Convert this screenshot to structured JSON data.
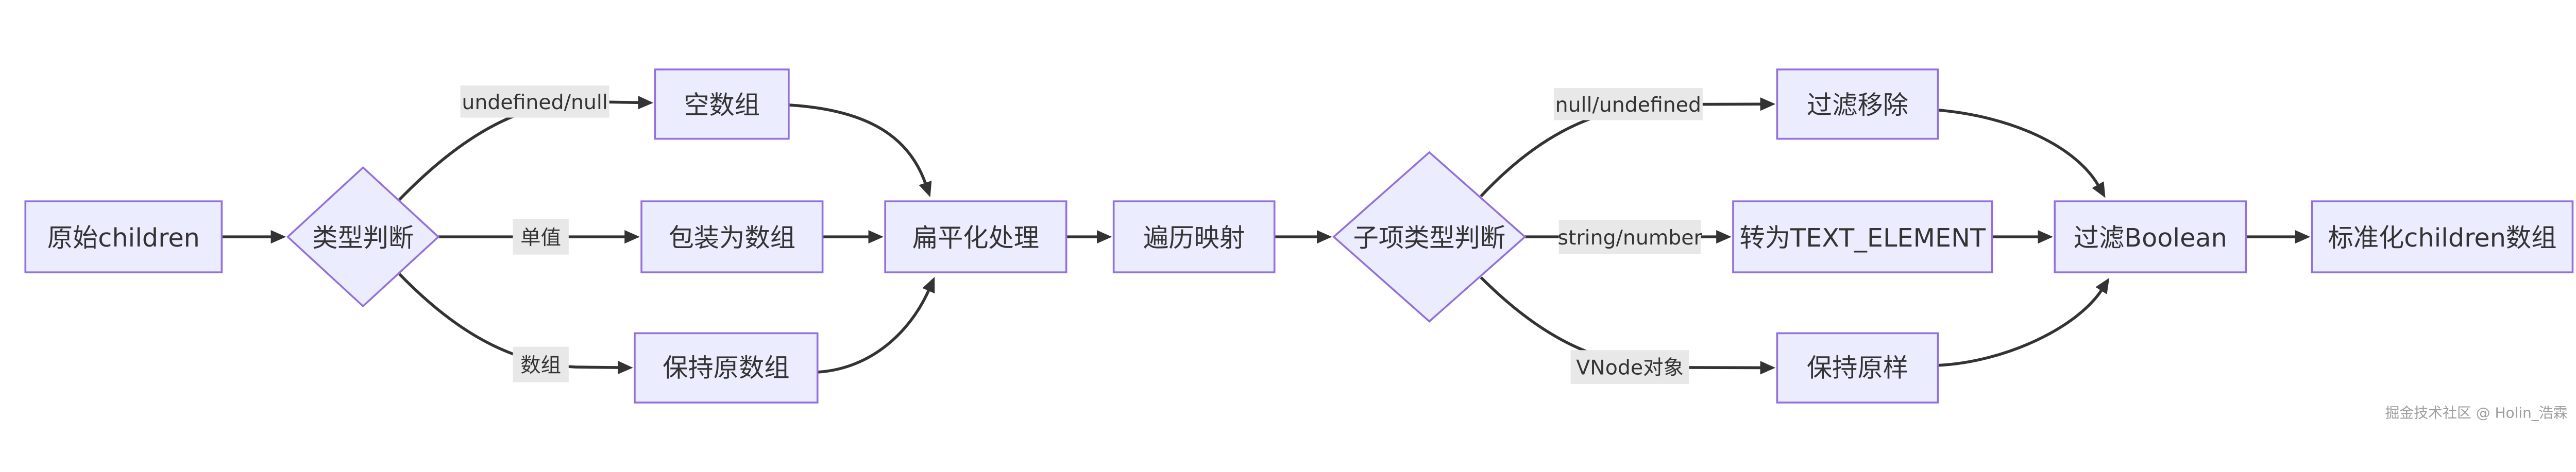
{
  "watermark": "掘金技术社区 @ Holin_浩霖",
  "diagram": {
    "type": "flowchart",
    "direction": "left-to-right",
    "colors": {
      "background": "#ffffff",
      "node_fill": "#ECECFF",
      "node_border": "#9370DB",
      "edge_color": "#333333",
      "text_color": "#333333",
      "edge_label_bg": "#e8e8e8",
      "watermark_color": "#9e9e9e"
    },
    "nodes": {
      "raw_children": {
        "label": "原始children",
        "shape": "rect"
      },
      "type_check": {
        "label": "类型判断",
        "shape": "diamond"
      },
      "empty_array": {
        "label": "空数组",
        "shape": "rect"
      },
      "wrap_array": {
        "label": "包装为数组",
        "shape": "rect"
      },
      "keep_array": {
        "label": "保持原数组",
        "shape": "rect"
      },
      "flatten": {
        "label": "扁平化处理",
        "shape": "rect"
      },
      "traverse_map": {
        "label": "遍历映射",
        "shape": "rect"
      },
      "child_type_check": {
        "label": "子项类型判断",
        "shape": "diamond"
      },
      "filter_remove": {
        "label": "过滤移除",
        "shape": "rect"
      },
      "to_text_element": {
        "label": "转为TEXT_ELEMENT",
        "shape": "rect"
      },
      "keep_as_is": {
        "label": "保持原样",
        "shape": "rect"
      },
      "filter_boolean": {
        "label": "过滤Boolean",
        "shape": "rect"
      },
      "normalized_children": {
        "label": "标准化children数组",
        "shape": "rect"
      }
    },
    "edge_labels": {
      "undefined_null": "undefined/null",
      "single_value": "单值",
      "array": "数组",
      "null_undefined": "null/undefined",
      "string_number": "string/number",
      "vnode_object": "VNode对象"
    },
    "edges": [
      {
        "from": "原始children",
        "to": "类型判断",
        "label": ""
      },
      {
        "from": "类型判断",
        "to": "空数组",
        "label": "undefined/null"
      },
      {
        "from": "类型判断",
        "to": "包装为数组",
        "label": "单值"
      },
      {
        "from": "类型判断",
        "to": "保持原数组",
        "label": "数组"
      },
      {
        "from": "空数组",
        "to": "扁平化处理",
        "label": ""
      },
      {
        "from": "包装为数组",
        "to": "扁平化处理",
        "label": ""
      },
      {
        "from": "保持原数组",
        "to": "扁平化处理",
        "label": ""
      },
      {
        "from": "扁平化处理",
        "to": "遍历映射",
        "label": ""
      },
      {
        "from": "遍历映射",
        "to": "子项类型判断",
        "label": ""
      },
      {
        "from": "子项类型判断",
        "to": "过滤移除",
        "label": "null/undefined"
      },
      {
        "from": "子项类型判断",
        "to": "转为TEXT_ELEMENT",
        "label": "string/number"
      },
      {
        "from": "子项类型判断",
        "to": "保持原样",
        "label": "VNode对象"
      },
      {
        "from": "过滤移除",
        "to": "过滤Boolean",
        "label": ""
      },
      {
        "from": "转为TEXT_ELEMENT",
        "to": "过滤Boolean",
        "label": ""
      },
      {
        "from": "保持原样",
        "to": "过滤Boolean",
        "label": ""
      },
      {
        "from": "过滤Boolean",
        "to": "标准化children数组",
        "label": ""
      }
    ]
  }
}
